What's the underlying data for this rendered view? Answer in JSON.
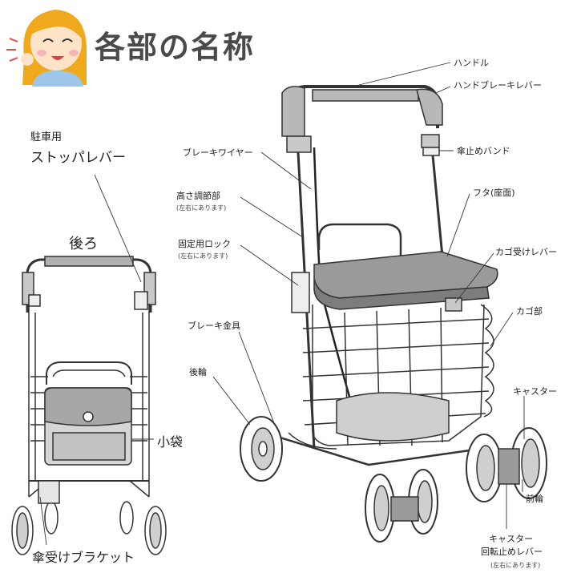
{
  "title": "各部の名称",
  "colors": {
    "title": "#4a4a4a",
    "hair": "#f0a81c",
    "skin": "#fde4c8",
    "shirt": "#9dc7e8",
    "metal": "#b8b8b8",
    "seat": "#9a9a9a"
  },
  "icons": [
    "girl-avatar-icon"
  ],
  "rear": {
    "heading": "後ろ",
    "stopper_line1": "駐車用",
    "stopper_line2": "ストッパレバー",
    "pouch": "小袋",
    "umbrella_bracket": "傘受けブラケット"
  },
  "front": {
    "handle": "ハンドル",
    "hand_brake_lever": "ハンドブレーキレバー",
    "brake_wire": "ブレーキワイヤー",
    "umbrella_band": "傘止めバンド",
    "height_adjust": "高さ調節部",
    "height_adjust_note": "(左右にあります)",
    "lid": "フタ(座面)",
    "fixing_lock": "固定用ロック",
    "fixing_lock_note": "(左右にあります)",
    "basket_lever": "カゴ受けレバー",
    "brake_fitting": "ブレーキ金具",
    "basket": "カゴ部",
    "rear_wheel": "後輪",
    "caster": "キャスター",
    "front_wheel": "前輪",
    "caster_lock_line1": "キャスター",
    "caster_lock_line2": "回転止めレバー",
    "caster_lock_note": "(左右にあります)"
  }
}
